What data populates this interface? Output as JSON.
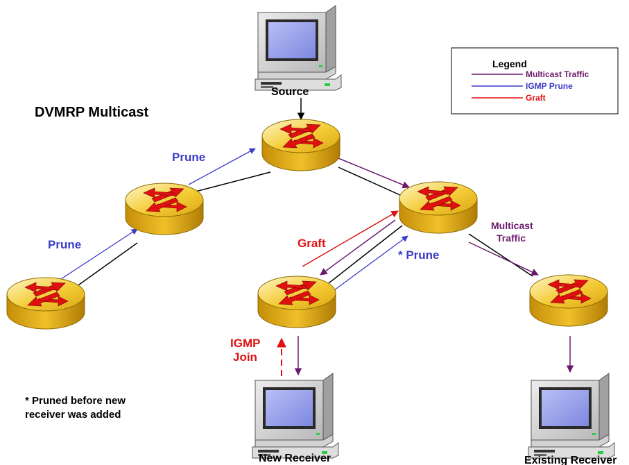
{
  "title": "DVMRP Multicast",
  "legend": {
    "title": "Legend",
    "items": [
      {
        "label": "Multicast Traffic",
        "color": "#6b1a6b"
      },
      {
        "label": "IGMP Prune",
        "color": "#3b3bc8"
      },
      {
        "label": "Graft",
        "color": "#e01010"
      }
    ]
  },
  "hosts": {
    "source": "Source",
    "new_receiver": "New Receiver",
    "existing_receiver": "Existing Receiver"
  },
  "labels": {
    "prune_upper": "Prune",
    "prune_lower": "Prune",
    "graft": "Graft",
    "star_prune": "* Prune",
    "multicast_line1": "Multicast",
    "multicast_line2": "Traffic",
    "igmp_line1": "IGMP",
    "igmp_line2": "Join"
  },
  "footnote": {
    "line1": "* Pruned before new",
    "line2": "receiver was added"
  },
  "colors": {
    "multicast": "#6b1a6b",
    "prune": "#3b3bc8",
    "graft": "#e01010",
    "link": "#000000",
    "router_fill": "#f2c21a",
    "router_edge": "#8a6a00",
    "arrow": "#e01010"
  },
  "icons": [
    "router-icon",
    "computer-icon"
  ]
}
